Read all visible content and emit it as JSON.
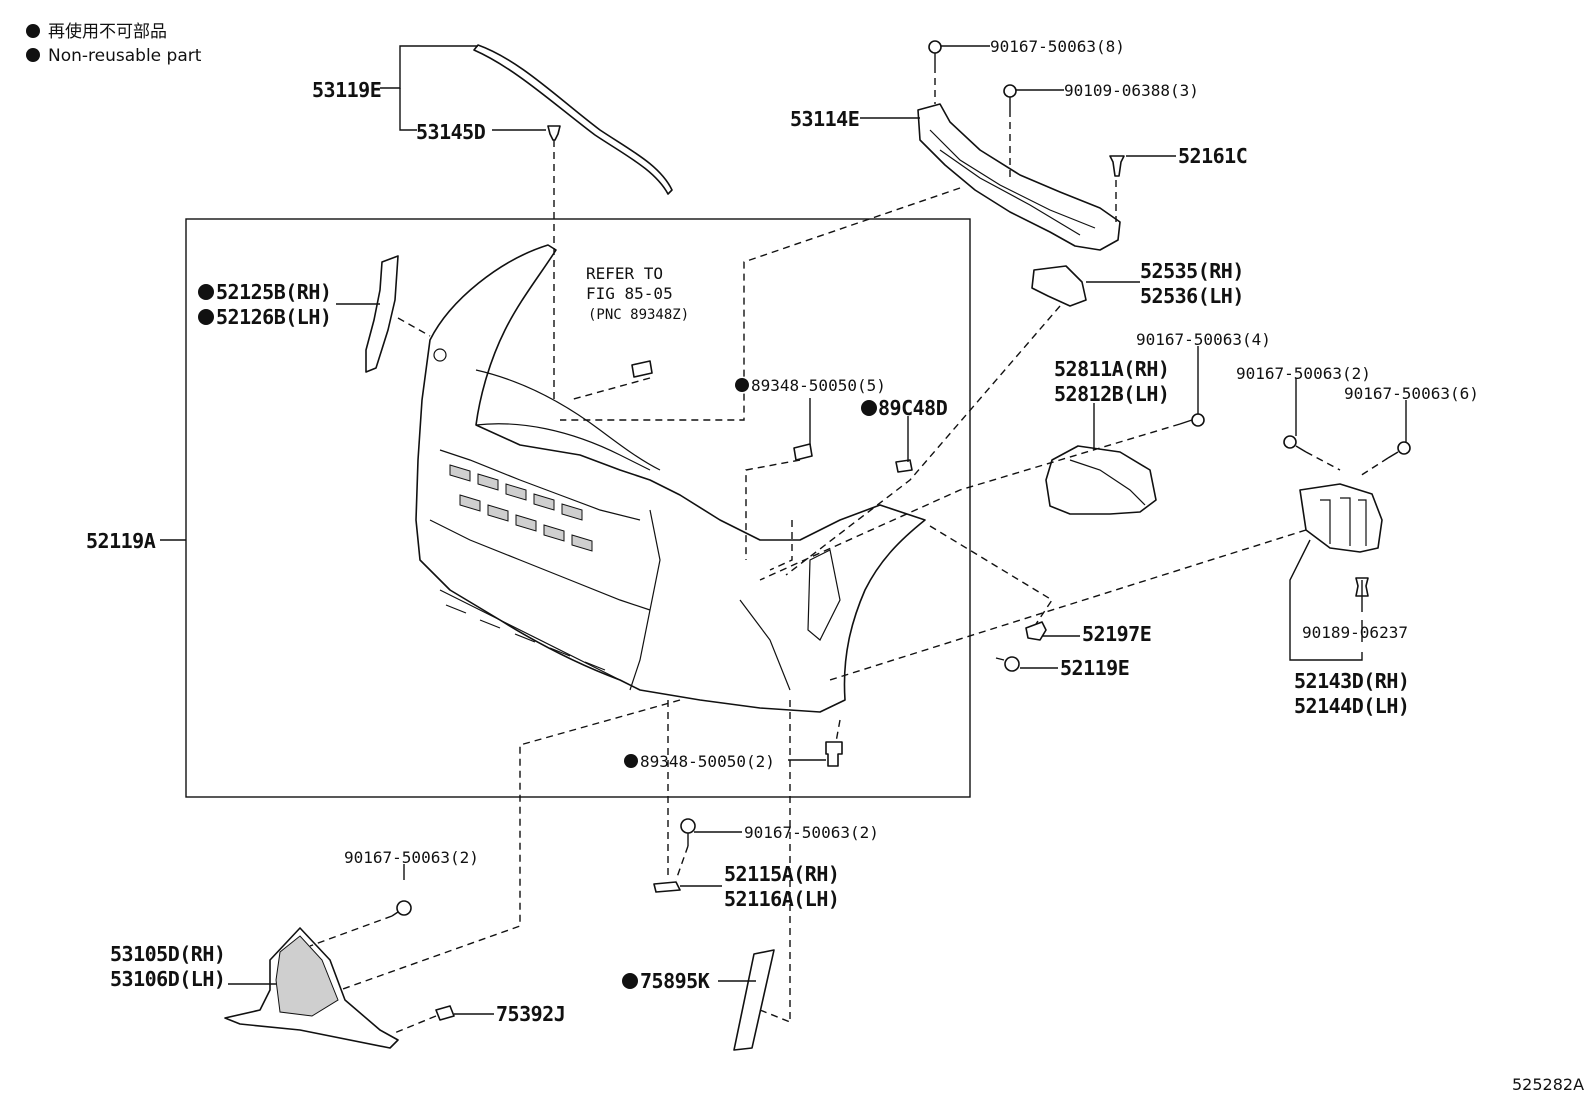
{
  "legend": {
    "line1": "再使用不可部品",
    "line2": "Non-reusable part"
  },
  "refer": {
    "line1": "REFER TO",
    "line2": "FIG 85-05",
    "line3": "(PNC 89348Z)"
  },
  "parts": [
    {
      "id": "53119E",
      "text": "53119E",
      "bullet": false
    },
    {
      "id": "53145D",
      "text": "53145D",
      "bullet": false
    },
    {
      "id": "90167-50063-8",
      "text": "90167-50063(8)",
      "bullet": false
    },
    {
      "id": "90109-06388-3",
      "text": "90109-06388(3)",
      "bullet": false
    },
    {
      "id": "53114E",
      "text": "53114E",
      "bullet": false
    },
    {
      "id": "52161C",
      "text": "52161C",
      "bullet": false
    },
    {
      "id": "52125B-RH",
      "text": "52125B(RH)",
      "bullet": true
    },
    {
      "id": "52126B-LH",
      "text": "52126B(LH)",
      "bullet": true
    },
    {
      "id": "52535-RH",
      "text": "52535(RH)",
      "bullet": false
    },
    {
      "id": "52536-LH",
      "text": "52536(LH)",
      "bullet": false
    },
    {
      "id": "90167-50063-4",
      "text": "90167-50063(4)",
      "bullet": false
    },
    {
      "id": "52811A-RH",
      "text": "52811A(RH)",
      "bullet": false
    },
    {
      "id": "52812B-LH",
      "text": "52812B(LH)",
      "bullet": false
    },
    {
      "id": "90167-50063-2a",
      "text": "90167-50063(2)",
      "bullet": false
    },
    {
      "id": "90167-50063-6",
      "text": "90167-50063(6)",
      "bullet": false
    },
    {
      "id": "89348-50050-5",
      "text": "89348-50050(5)",
      "bullet": true
    },
    {
      "id": "89C48D",
      "text": "89C48D",
      "bullet": true
    },
    {
      "id": "52119A",
      "text": "52119A",
      "bullet": false
    },
    {
      "id": "52197E",
      "text": "52197E",
      "bullet": false
    },
    {
      "id": "52119E",
      "text": "52119E",
      "bullet": false
    },
    {
      "id": "90189-06237",
      "text": "90189-06237",
      "bullet": false
    },
    {
      "id": "52143D-RH",
      "text": "52143D(RH)",
      "bullet": false
    },
    {
      "id": "52144D-LH",
      "text": "52144D(LH)",
      "bullet": false
    },
    {
      "id": "89348-50050-2",
      "text": "89348-50050(2)",
      "bullet": true
    },
    {
      "id": "90167-50063-2b",
      "text": "90167-50063(2)",
      "bullet": false
    },
    {
      "id": "52115A-RH",
      "text": "52115A(RH)",
      "bullet": false
    },
    {
      "id": "52116A-LH",
      "text": "52116A(LH)",
      "bullet": false
    },
    {
      "id": "90167-50063-2c",
      "text": "90167-50063(2)",
      "bullet": false
    },
    {
      "id": "53105D-RH",
      "text": "53105D(RH)",
      "bullet": false
    },
    {
      "id": "53106D-LH",
      "text": "53106D(LH)",
      "bullet": false
    },
    {
      "id": "75895K",
      "text": "75895K",
      "bullet": true
    },
    {
      "id": "75392J",
      "text": "75392J",
      "bullet": false
    }
  ],
  "figure_id": "525282A"
}
